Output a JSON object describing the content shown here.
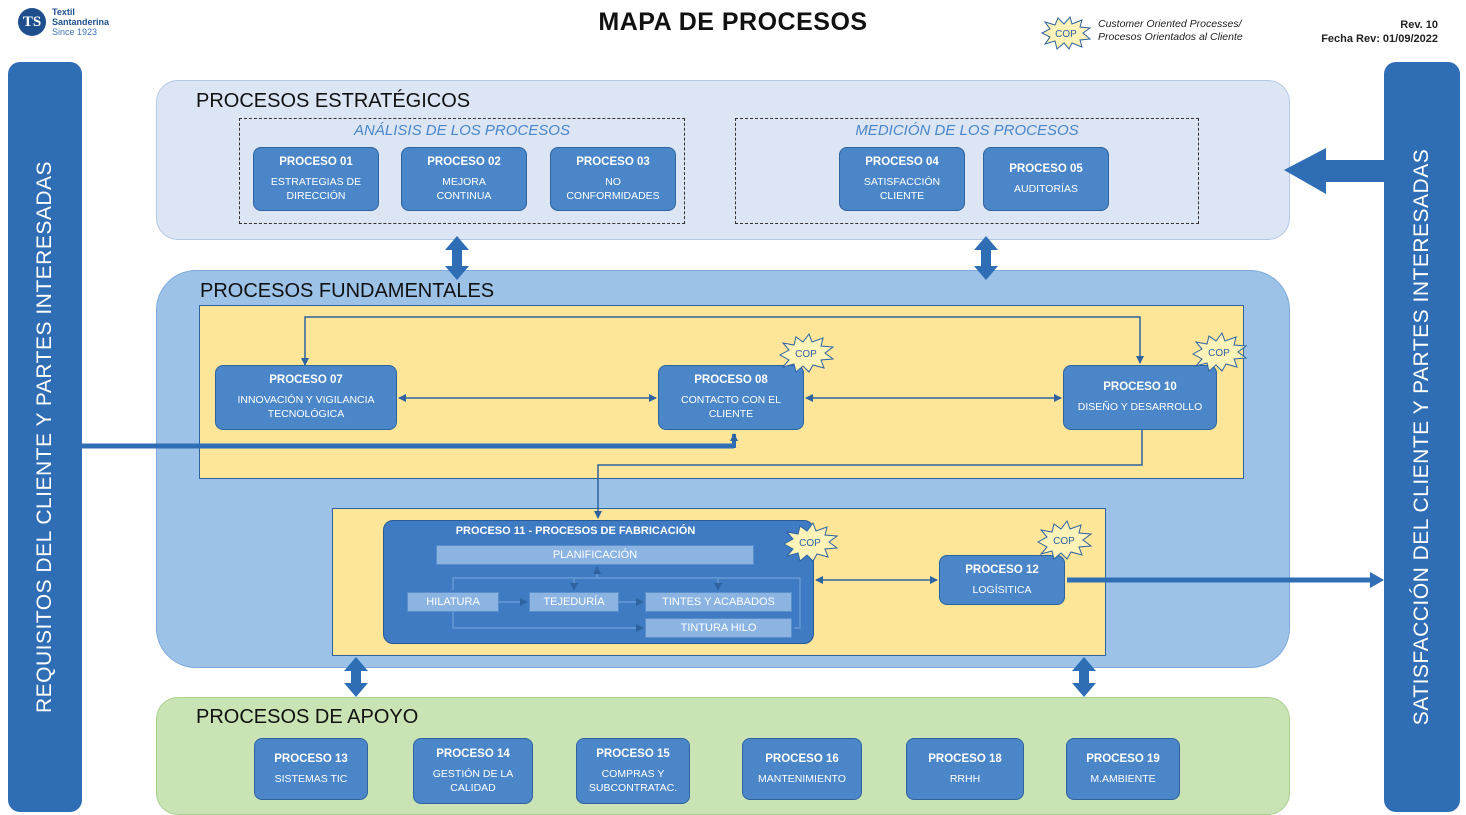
{
  "header": {
    "logo_monogram": "TS",
    "company_line1": "Textil",
    "company_line2": "Santanderina",
    "company_since": "Since 1923",
    "title": "MAPA DE PROCESOS",
    "cop_legend_line1": "Customer Oriented Processes/",
    "cop_legend_line2": "Procesos Orientados al Cliente",
    "revision": "Rev. 10",
    "revision_date": "Fecha Rev: 01/09/2022"
  },
  "cop_label": "COP",
  "left_bar": "REQUISITOS DEL CLIENTE Y PARTES INTERESADAS",
  "right_bar": "SATISFACCIÓN DEL CLIENTE Y PARTES INTERESADAS",
  "estrategicos": {
    "title": "PROCESOS ESTRATÉGICOS",
    "analisis_title": "ANÁLISIS DE LOS PROCESOS",
    "medicion_title": "MEDICIÓN DE LOS PROCESOS",
    "p01": {
      "num": "PROCESO 01",
      "name": "ESTRATEGIAS DE DIRECCIÓN"
    },
    "p02": {
      "num": "PROCESO 02",
      "name": "MEJORA CONTINUA"
    },
    "p03": {
      "num": "PROCESO 03",
      "name": "NO CONFORMIDADES"
    },
    "p04": {
      "num": "PROCESO 04",
      "name": "SATISFACCIÓN CLIENTE"
    },
    "p05": {
      "num": "PROCESO 05",
      "name": "AUDITORÍAS"
    }
  },
  "fundamentales": {
    "title": "PROCESOS FUNDAMENTALES",
    "p07": {
      "num": "PROCESO 07",
      "name": "INNOVACIÓN Y VIGILANCIA TECNOLÓGICA"
    },
    "p08": {
      "num": "PROCESO 08",
      "name": "CONTACTO CON EL CLIENTE"
    },
    "p10": {
      "num": "PROCESO 10",
      "name": "DISEÑO Y DESARROLLO"
    },
    "p11_title": "PROCESO 11 - PROCESOS DE FABRICACIÓN",
    "planificacion": "PLANIFICACIÓN",
    "hilatura": "HILATURA",
    "tejeduria": "TEJEDURÍA",
    "tintes": "TINTES Y ACABADOS",
    "tintura": "TINTURA HILO",
    "p12": {
      "num": "PROCESO 12",
      "name": "LOGÍSITICA"
    }
  },
  "apoyo": {
    "title": "PROCESOS DE APOYO",
    "p13": {
      "num": "PROCESO 13",
      "name": "SISTEMAS TIC"
    },
    "p14": {
      "num": "PROCESO 14",
      "name": "GESTIÓN DE LA CALIDAD"
    },
    "p15": {
      "num": "PROCESO 15",
      "name": "COMPRAS Y SUBCONTRATAC."
    },
    "p16": {
      "num": "PROCESO 16",
      "name": "MANTENIMIENTO"
    },
    "p18": {
      "num": "PROCESO 18",
      "name": "RRHH"
    },
    "p19": {
      "num": "PROCESO 19",
      "name": "M.AMBIENTE"
    }
  },
  "colors": {
    "side_bar": "#2f6db5",
    "process_box": "#4a86c8",
    "estrategicos_bg": "#dbe5f4",
    "fundamentales_bg": "#9cc2e8",
    "apoyo_bg": "#c9e3b4",
    "core_highlight": "#fde59a",
    "cop_star": "#fdf2b8"
  }
}
